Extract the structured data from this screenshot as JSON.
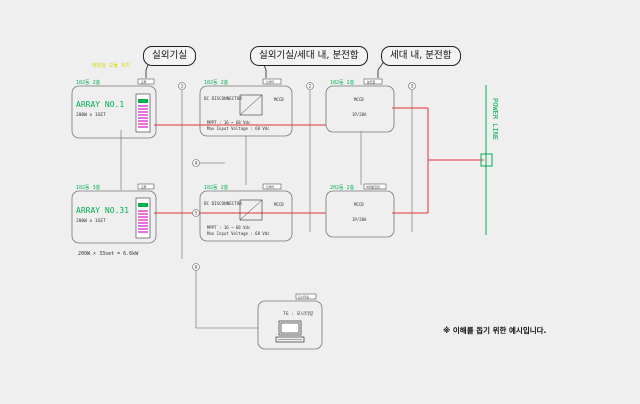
{
  "callouts": {
    "outdoor": "실외기실",
    "outdoor_indoor": "실외기실/세대 내, 분전함",
    "indoor": "세대 내, 분전함"
  },
  "top_annotation": "태양광 모듈 위치",
  "arrays": [
    {
      "header": "102동 2층",
      "name": "ARRAY NO.1",
      "spec": "200W x 1SET"
    },
    {
      "header": "102동 3층",
      "name": "ARRAY NO.31",
      "spec": "200W x 1SET"
    }
  ],
  "total_capacity": "200W × 33set = 6.6kW",
  "inverters": [
    {
      "header": "102동 2층",
      "disconnector": "DC DISCONNECTOR",
      "mppt": "MPPT : 16 ~ 68 Vdc",
      "max_input": "Max Input Voltage : 68 Vdc",
      "breaker": "MCCB"
    },
    {
      "header": "102동 2층",
      "disconnector": "DC DISCONNECTOR",
      "mppt": "MPPT : 16 ~ 68 Vdc",
      "max_input": "Max Input Voltage : 68 Vdc",
      "breaker": "MCCB"
    }
  ],
  "panels": [
    {
      "header": "102동 2층",
      "breaker": "MCCB",
      "rating": "1P/20A"
    },
    {
      "header": "202동 2층",
      "breaker": "MCCB",
      "rating": "1P/20A"
    }
  ],
  "small_tags": {
    "array": "모듈",
    "inverter": "인버터",
    "panel": "분전함",
    "panel_alt": "세대분전함",
    "monitor": "모니터링"
  },
  "circle_labels": [
    "1",
    "2",
    "3",
    "4",
    "5",
    "6"
  ],
  "monitor": {
    "label": "TG : 모니터링"
  },
  "power_line": "POWER LINE",
  "note": "※ 이해를 돕기 위한 예시입니다.",
  "colors": {
    "dc": "#e0303a",
    "green": "#00b050",
    "yellow": "#d8d800",
    "pink": "#e870e0",
    "line": "#8a8a8a"
  }
}
